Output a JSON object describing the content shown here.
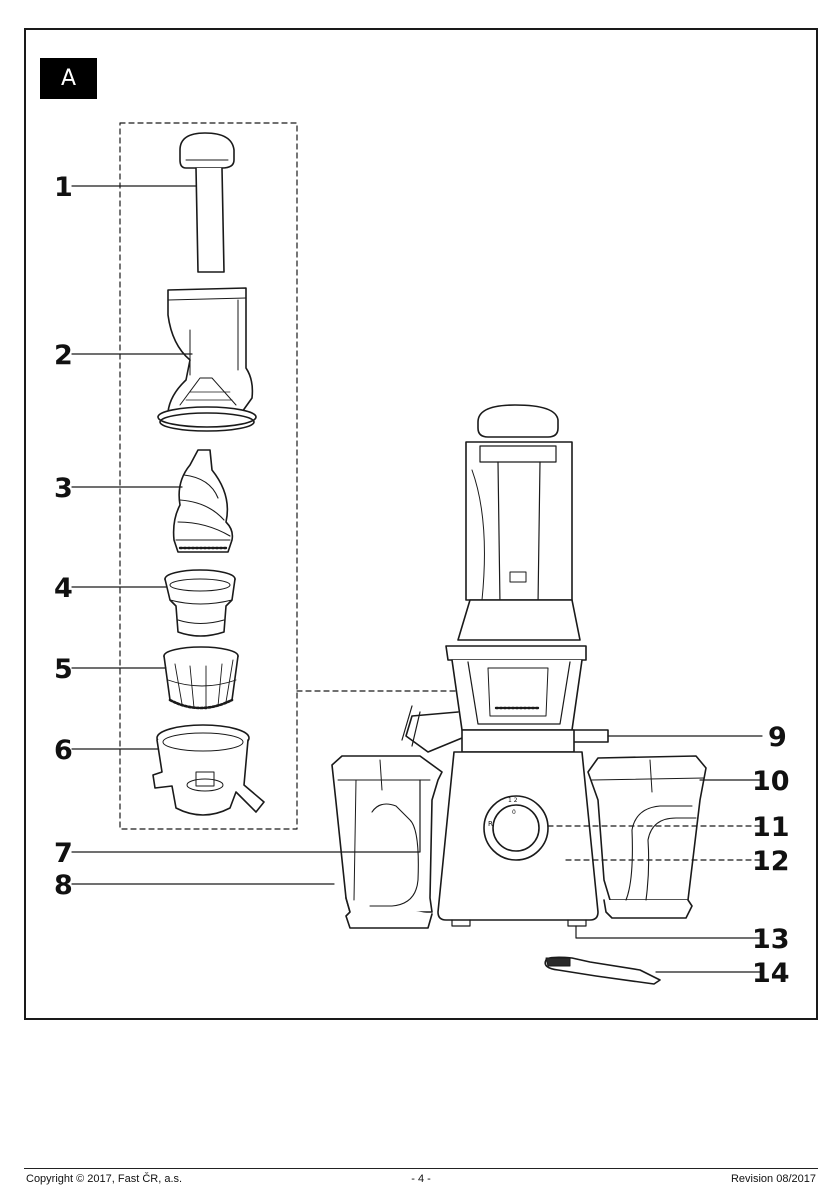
{
  "figure": {
    "tag": "A",
    "callouts": [
      "1",
      "2",
      "3",
      "4",
      "5",
      "6",
      "7",
      "8",
      "9",
      "10",
      "11",
      "12",
      "13",
      "14"
    ],
    "dial_marks": {
      "left": "R",
      "top": "1 2",
      "bottom": "0"
    }
  },
  "footer": {
    "copyright": "Copyright © 2017, Fast ČR, a.s.",
    "page": "- 4 -",
    "revision": "Revision 08/2017"
  }
}
